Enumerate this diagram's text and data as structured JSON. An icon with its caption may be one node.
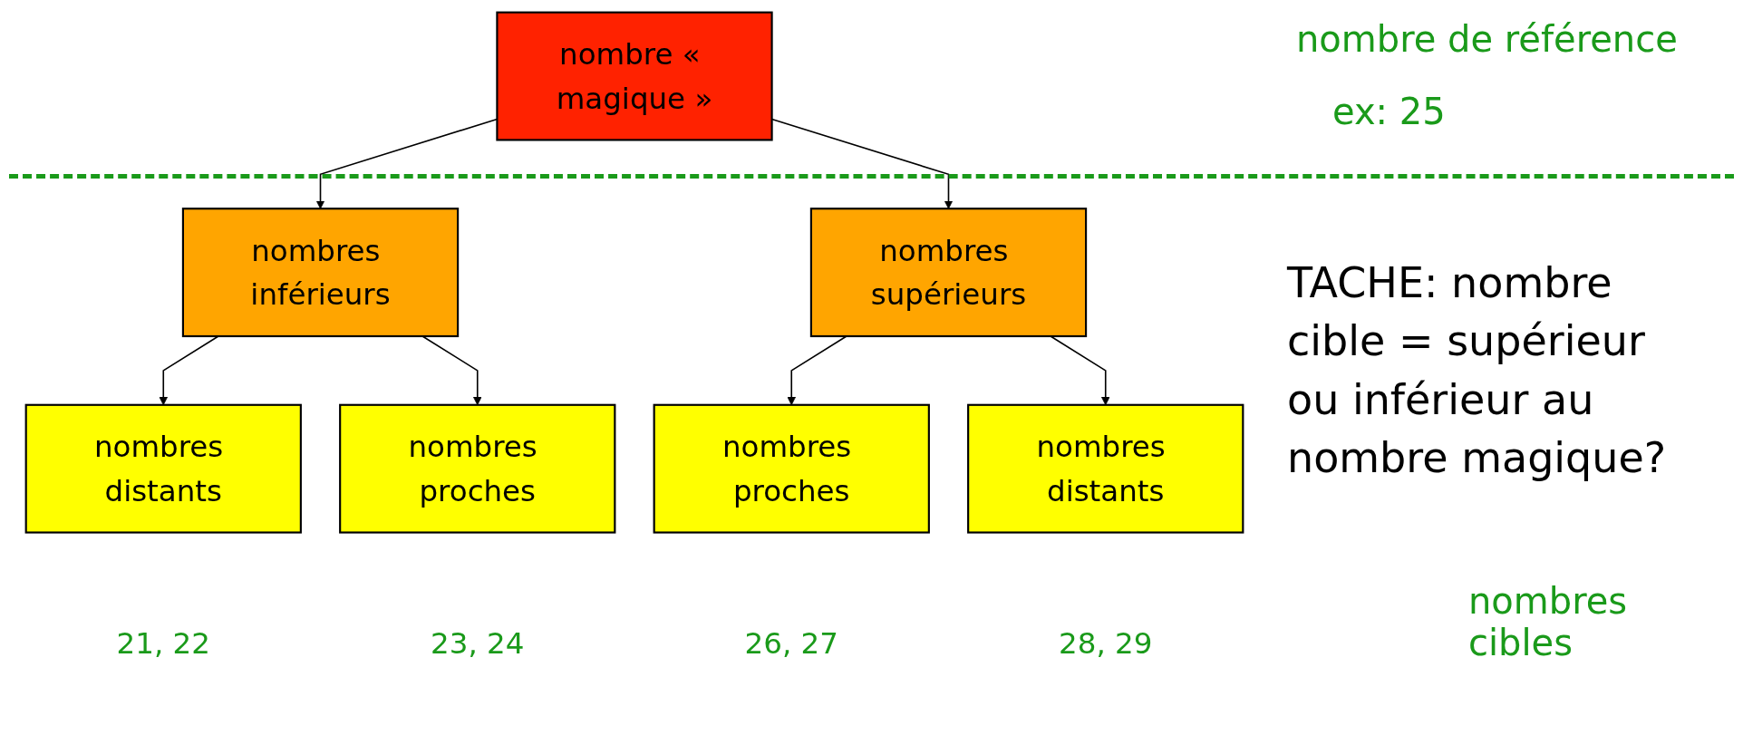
{
  "diagram": {
    "nodes": [
      {
        "text": [
          "nombre « magique »"
        ]
      },
      {
        "text": [
          "nombres inférieurs"
        ]
      },
      {
        "text": [
          "nombres supérieurs"
        ]
      },
      {
        "text": [
          "nombres distants"
        ],
        "beside": [
          "21, 22"
        ]
      },
      {
        "text": [
          "nombres proches"
        ],
        "beside": [
          "23, 24"
        ]
      },
      {
        "text": [
          "nombres proches"
        ],
        "beside": [
          "26, 27"
        ]
      },
      {
        "text": [
          "nombres distants"
        ],
        "beside": [
          "28, 29"
        ]
      }
    ],
    "edges": [
      {
        "from": 0,
        "to": 1,
        "arrow": "to"
      },
      {
        "from": 0,
        "to": 2,
        "arrow": "to"
      },
      {
        "from": 1,
        "to": 3,
        "arrow": "to"
      },
      {
        "from": 1,
        "to": 4,
        "arrow": "to"
      },
      {
        "from": 2,
        "to": 5,
        "arrow": "to"
      },
      {
        "from": 2,
        "to": 6,
        "arrow": "to"
      }
    ],
    "labels": [
      "nombre de référence",
      "ex: 25",
      "TACHE: nombre cible = supérieur ou inférieur au nombre magique?",
      "nombres cibles"
    ]
  }
}
